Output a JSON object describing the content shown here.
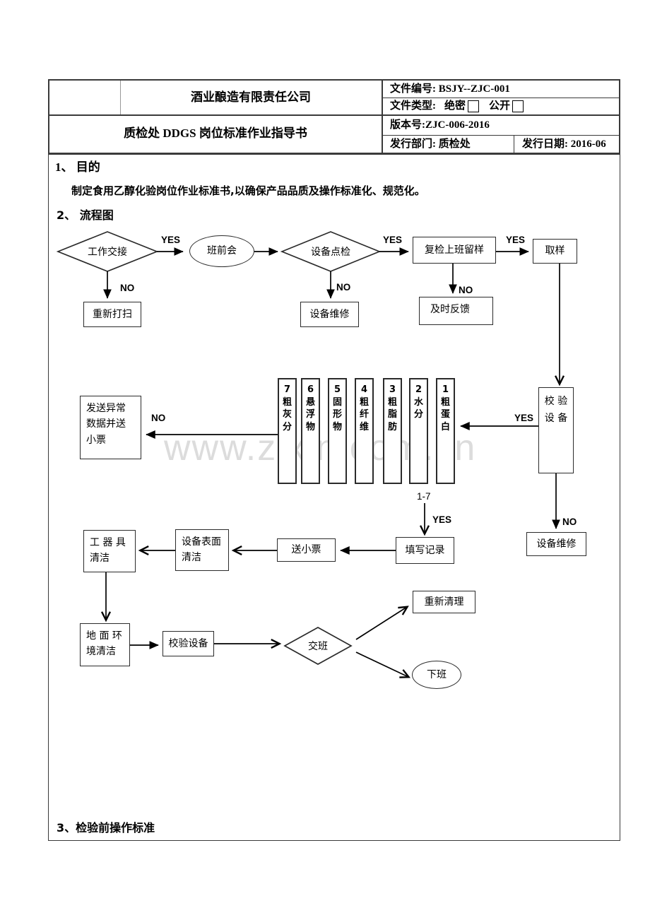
{
  "watermark": "www.zixin.com.cn",
  "header": {
    "company": "酒业酿造有限责任公司",
    "doc_no": "文件编号: BSJY--ZJC-001",
    "doc_type_label": "文件类型:",
    "type_secret": "绝密",
    "type_public": "公开",
    "title": "质检处 DDGS 岗位标准作业指导书",
    "version": "版本号:ZJC-006-2016",
    "dept": "发行部门: 质检处",
    "date": "发行日期: 2016-06"
  },
  "sections": {
    "s1_heading": "1、 目的",
    "s1_body": "制定食用乙醇化验岗位作业标准书,以确保产品品质及操作标准化、规范化。",
    "s2_heading": "2、 流程图",
    "s3_heading": "3、检验前操作标准"
  },
  "flow": {
    "yes": "YES",
    "no": "NO",
    "range": "1-7",
    "nodes": {
      "work_handover": "工作交接",
      "pre_shift_meeting": "班前会",
      "equipment_check": "设备点检",
      "recheck_sample": "复检上班留样",
      "sampling": "取样",
      "re_clean": "重新打扫",
      "equipment_repair": "设备维修",
      "timely_feedback": "及时反馈",
      "calibrate_equipment_vertical": "校 验\n设 备",
      "send_abnormal_data": "发送异常\n数据并送\n小票",
      "fill_record": "填写记录",
      "send_ticket": "送小票",
      "surface_clean": "设备表面\n清洁",
      "tool_clean": "工 器 具\n清洁",
      "floor_clean": "地 面 环\n境清洁",
      "calibrate_equipment": "校验设备",
      "shift_handover": "交班",
      "re_cleanup": "重新清理",
      "off_duty": "下班"
    },
    "test_items": [
      {
        "display": "7\n粗\n灰\n分"
      },
      {
        "display": "6\n悬\n浮\n物"
      },
      {
        "display": "5\n固\n形\n物"
      },
      {
        "display": "4\n粗\n纤\n维"
      },
      {
        "display": "3\n粗\n脂\n肪"
      },
      {
        "display": "2\n水\n分"
      },
      {
        "display": "1\n粗\n蛋\n白"
      }
    ]
  }
}
